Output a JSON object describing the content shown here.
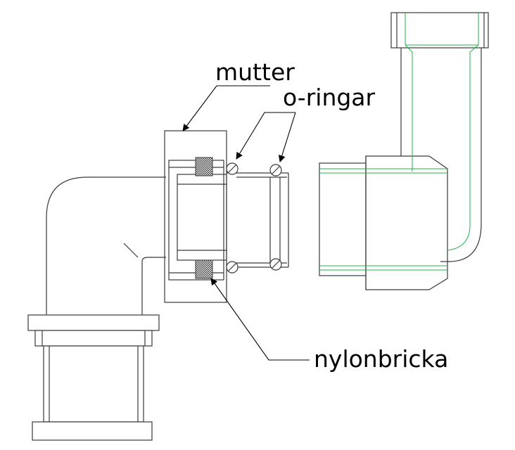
{
  "labels": {
    "mutter": "mutter",
    "o_ringar": "o-ringar",
    "nylonbricka": "nylonbricka"
  },
  "colors": {
    "line": "#000000",
    "outline": "#3a3a3a",
    "green": "#22b04a",
    "background": "#ffffff"
  }
}
